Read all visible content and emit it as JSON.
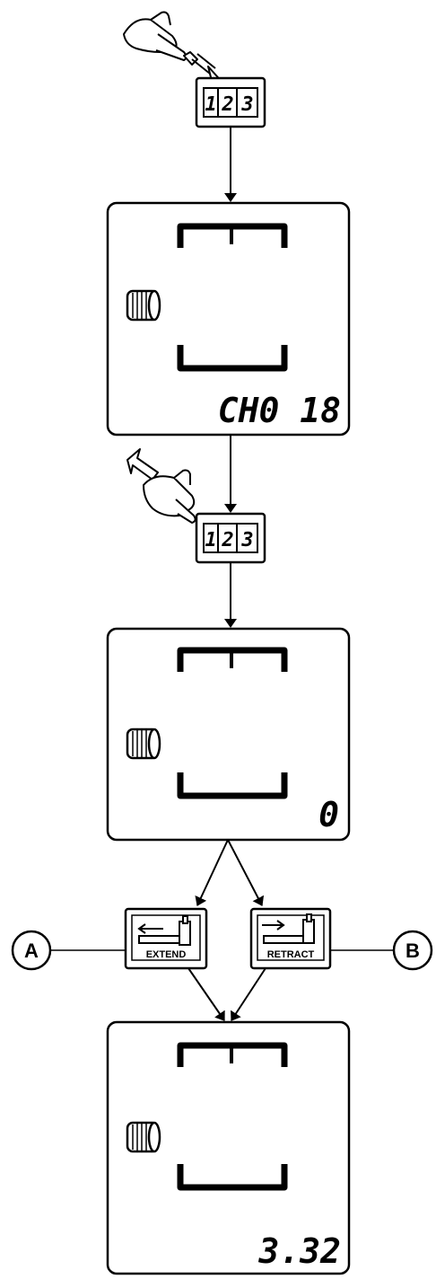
{
  "keypad_button": {
    "digits": [
      "1",
      "2",
      "3"
    ]
  },
  "screens": [
    {
      "readout": "CH0 18"
    },
    {
      "readout": "0"
    },
    {
      "readout": "3.32"
    }
  ],
  "extend_button": {
    "label": "EXTEND",
    "callout": "A"
  },
  "retract_button": {
    "label": "RETRACT",
    "callout": "B"
  }
}
